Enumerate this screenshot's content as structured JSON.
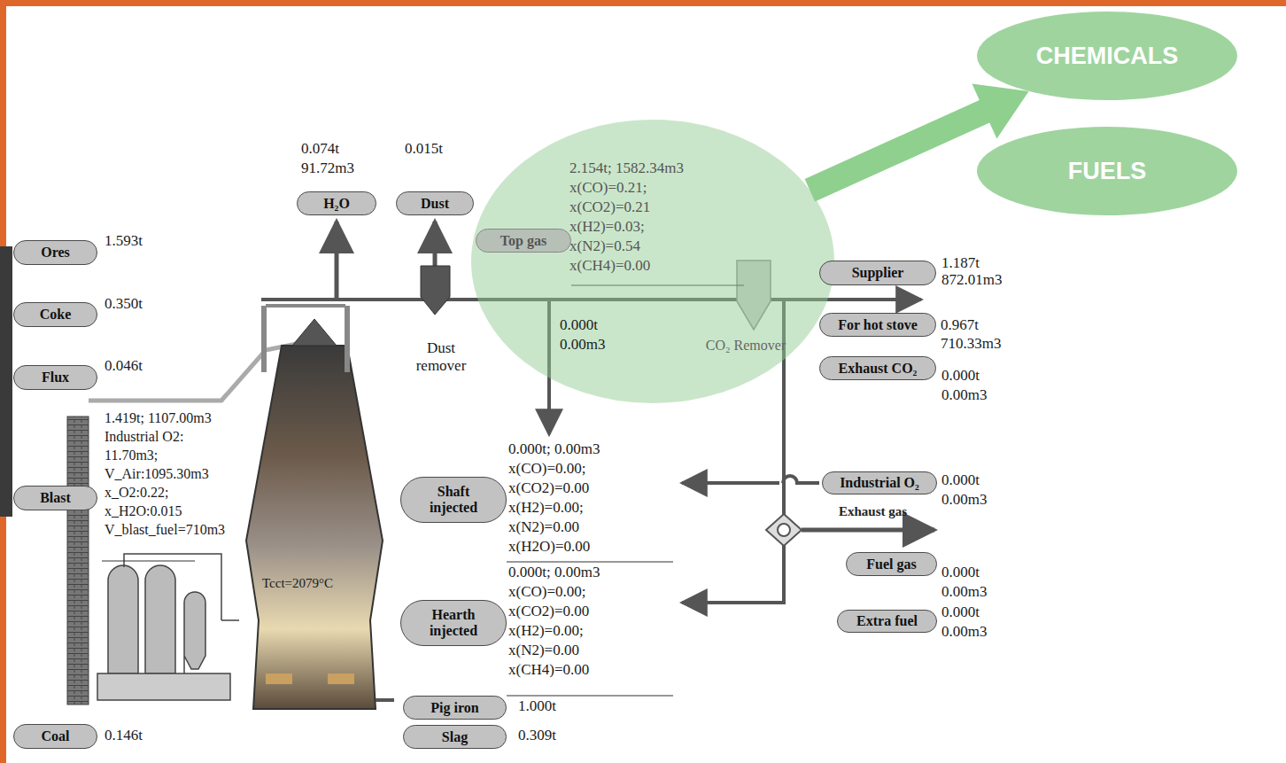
{
  "diagram": {
    "nodes": [
      {
        "text": [
          "Ores"
        ]
      },
      {
        "text": [
          "Coke"
        ]
      },
      {
        "text": [
          "Flux"
        ]
      },
      {
        "text": [
          "Blast"
        ]
      },
      {
        "text": [
          "Coal"
        ]
      },
      {
        "text": [
          "H₂O"
        ]
      },
      {
        "text": [
          "Dust"
        ]
      },
      {
        "text": [
          "2.154t; 1582.34m3",
          "x(CO)=0.21;",
          "x(CO2)=0.21",
          "x(H2)=0.03;",
          "x(N2)=0.54",
          "x(CH4)=0.00"
        ]
      },
      {
        "text": [
          "Top gas"
        ]
      },
      {
        "text": [
          "Supplier"
        ]
      },
      {
        "text": [
          "For hot stove"
        ]
      },
      {
        "text": [
          "Exhaust CO₂"
        ]
      },
      {
        "text": [
          "Shaft injected"
        ]
      },
      {
        "text": [
          "Hearth injected"
        ]
      },
      {
        "text": [
          "Industrial O₂"
        ]
      },
      {
        "text": [
          "Fuel gas"
        ]
      },
      {
        "text": [
          "Extra fuel"
        ]
      },
      {
        "text": [
          "Pig iron"
        ]
      },
      {
        "text": [
          "Slag"
        ]
      },
      {
        "text": [
          "CHEMICALS"
        ]
      },
      {
        "text": [
          "FUELS"
        ]
      }
    ],
    "edges": [
      {
        "from": 7,
        "to": 19,
        "arrow": "to"
      }
    ],
    "labels": [
      "0.074t",
      "91.72m3",
      "0.015t",
      "1.593t",
      "0.350t",
      "0.046t",
      "1.419t; 1107.00m3",
      "Industrial O2:",
      "11.70m3;",
      "V_Air:1095.30m3",
      "x_O2:0.22;",
      "x_H2O:0.015",
      "V_blast_fuel=710m3",
      "Tcct=2079°C",
      "0.000t",
      "0.00m3",
      "Dust remover",
      "CO₂ Remover",
      "1.187t",
      "872.01m3",
      "0.967t",
      "710.33m3",
      "0.000t",
      "0.00m3",
      "0.000t; 0.00m3",
      "x(CO)=0.00;",
      "x(CO2)=0.00",
      "x(H2)=0.00;",
      "x(N2)=0.00",
      "x(H2O)=0.00",
      "0.000t; 0.00m3",
      "x(CO)=0.00;",
      "x(CO2)=0.00",
      "x(H2)=0.00;",
      "x(N2)=0.00",
      "x(CH4)=0.00",
      "0.000t",
      "0.00m3",
      "Exhaust gas",
      "0.000t",
      "0.00m3",
      "0.000t",
      "0.00m3",
      "1.000t",
      "0.309t",
      "0.146t"
    ]
  }
}
